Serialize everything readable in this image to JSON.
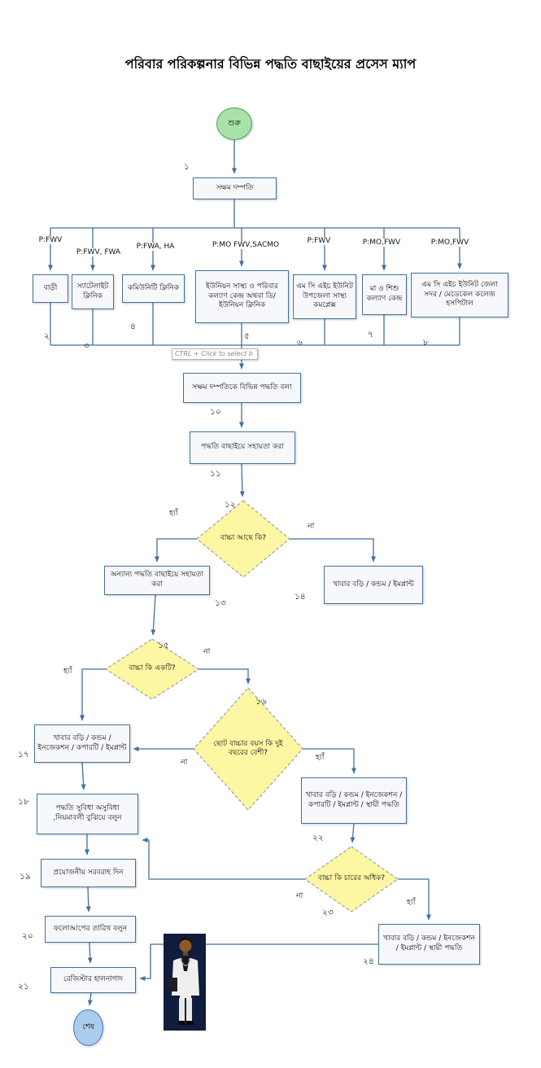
{
  "title": "পরিবার পরিকল্পনার বিভিন্ন পদ্ধতি বাছাইয়ের প্রসেস ম্যাপ",
  "artifact_tooltip": "CTRL + Click to select b",
  "labels": {
    "yes": "হ্যাঁ",
    "no": "না"
  },
  "start": {
    "label": "শুরু"
  },
  "end": {
    "label": "শেষ"
  },
  "steps": {
    "s1": {
      "num": "১",
      "label": "সক্ষম দম্পতি"
    },
    "s2": {
      "num": "২",
      "provider": "P:FWV",
      "label": "বাড়ী"
    },
    "s3": {
      "num": "৩",
      "provider": "P:FWV, FWA",
      "label": "স্যাটেলাইট ক্লিনিক"
    },
    "s4": {
      "num": "৪",
      "provider": "P:FWA, HA",
      "label": "কমিউনিটি ক্লিনিক"
    },
    "s5": {
      "num": "৫",
      "provider": "P:MO FWV,SACMO",
      "label": "ইউনিয়ন সাস্থ্য ও পরিবার কল্যাণ কেন্দ্র অথবা ডি/ ইউনিয়ন ক্লিনিক"
    },
    "s6": {
      "num": "৬",
      "provider": "P:FWV",
      "label": "এম সি এইচ ইউনিট উপজেলা সাস্থ্য কমপ্লেক্স"
    },
    "s7": {
      "num": "৭",
      "provider": "P:MO,FWV",
      "label": "মা ও শিশু কল্যাণ কেন্দ্র"
    },
    "s8": {
      "num": "৮",
      "provider": "P:MO,FWV",
      "label": "এম সি এইচ ইউনিট জেলা সদর / মেডেকেল কলেজ হসপিটাল"
    },
    "s10": {
      "num": "১০",
      "label": "সক্ষম দম্পতিকে বিভিন্ন পদ্ধতি বলা"
    },
    "s11": {
      "num": "১১",
      "label": "পদ্ধতি বাছাইয়ে সহায়তা করা"
    },
    "s12": {
      "num": "১২",
      "label": "বাচ্চা আছে কি?"
    },
    "s13": {
      "num": "১৩",
      "label": "অন্যান্য পদ্ধতি বাছাইয়ে সহায়তা করা"
    },
    "s14": {
      "num": "১৪",
      "label": "খাবার বড়ি / কন্ডম / ইমপ্লান্ট"
    },
    "s15": {
      "num": "১৫",
      "label": "বাচ্চা কি একটি?"
    },
    "s16": {
      "num": "১৬",
      "label": "ছোট বাচ্চার বয়স কি দুই বছরের বেশী?"
    },
    "s17": {
      "num": "১৭",
      "label": "খাবার বড়ি / কন্ডম / ইনজেকশন / কপারটি / ইমপ্লান্ট"
    },
    "s18": {
      "num": "১৮",
      "label": "পদ্ধতি সুবিধা অসুবিধা ,নিয়মাবলী বুঝিয়ে বলুন"
    },
    "s19": {
      "num": "১৯",
      "label": "প্রয়োজনীয় সরবরাহ দিন"
    },
    "s20": {
      "num": "২০",
      "label": "ফলোআপের তারিখ বলুন"
    },
    "s21": {
      "num": "২১",
      "label": "রেজিস্টার হালনাগাদ"
    },
    "s22": {
      "num": "২২",
      "label": "খাবার বড়ি / কন্ডম / ইনজেকশন / কপারটি / ইমপ্লান্ট / স্থায়ী পদ্ধতি"
    },
    "s23": {
      "num": "২৩",
      "label": "বাচ্চা কি চারের অধিক?"
    },
    "s24": {
      "num": "২৪",
      "label": "খাবার বড়ি / কন্ডম / ইনজেকশন / ইমপ্লান্ট / স্থায়ী পদ্ধতি"
    }
  },
  "colors": {
    "arrow": "#41719C",
    "box_border": "#41719C",
    "box_fill": "#f7f8fc",
    "diamond_fill": "#FDF6A3",
    "diamond_border": "#9a9a9a",
    "start_fill": "#A9E2A9",
    "start_border": "#4aa14f",
    "end_fill": "#A9CDEB",
    "end_border": "#4472C4"
  }
}
